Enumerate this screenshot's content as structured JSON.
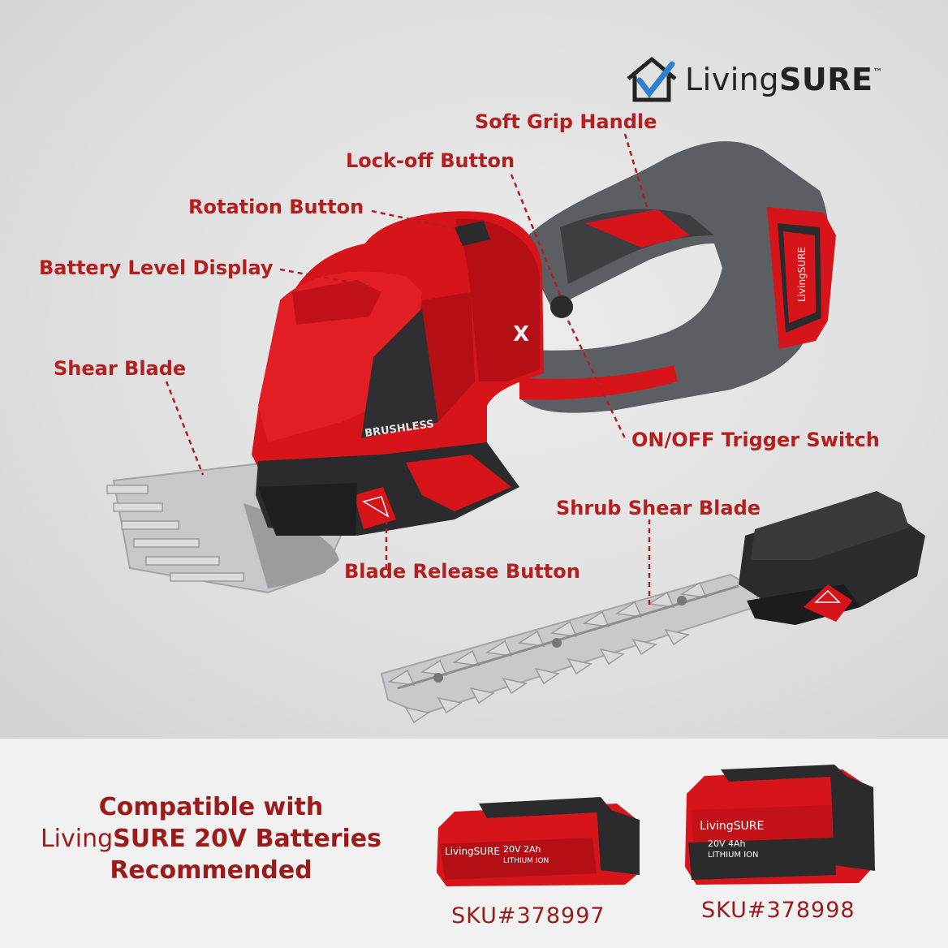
{
  "brand": {
    "name_prefix": "Living",
    "name_bold": "SURE",
    "trademark": "™"
  },
  "callouts": {
    "soft_grip_handle": "Soft Grip Handle",
    "lock_off_button": "Lock-off Button",
    "rotation_button": "Rotation Button",
    "battery_level_display": "Battery Level Display",
    "shear_blade": "Shear Blade",
    "on_off_trigger_switch": "ON/OFF Trigger Switch",
    "shrub_shear_blade": "Shrub Shear Blade",
    "blade_release_button": "Blade Release Button"
  },
  "tool_markings": {
    "motor": "BRUSHLESS",
    "side_brand": "LivingSURE",
    "badge": "X"
  },
  "compatibility": {
    "line1": "Compatible with",
    "line2_prefix": "Living",
    "line2_rest": "SURE 20V Batteries",
    "line3": "Recommended"
  },
  "batteries": [
    {
      "brand": "LivingSURE",
      "spec": "20V 2Ah",
      "chem": "LITHIUM ION",
      "sku": "SKU#378997"
    },
    {
      "brand": "LivingSURE",
      "spec": "20V 4Ah",
      "chem": "LITHIUM ION",
      "sku": "SKU#378998"
    }
  ],
  "colors": {
    "label_red": "#b31f1f",
    "tool_red": "#d8141b",
    "tool_gray": "#5b5e63",
    "dark": "#2b2b2d"
  }
}
